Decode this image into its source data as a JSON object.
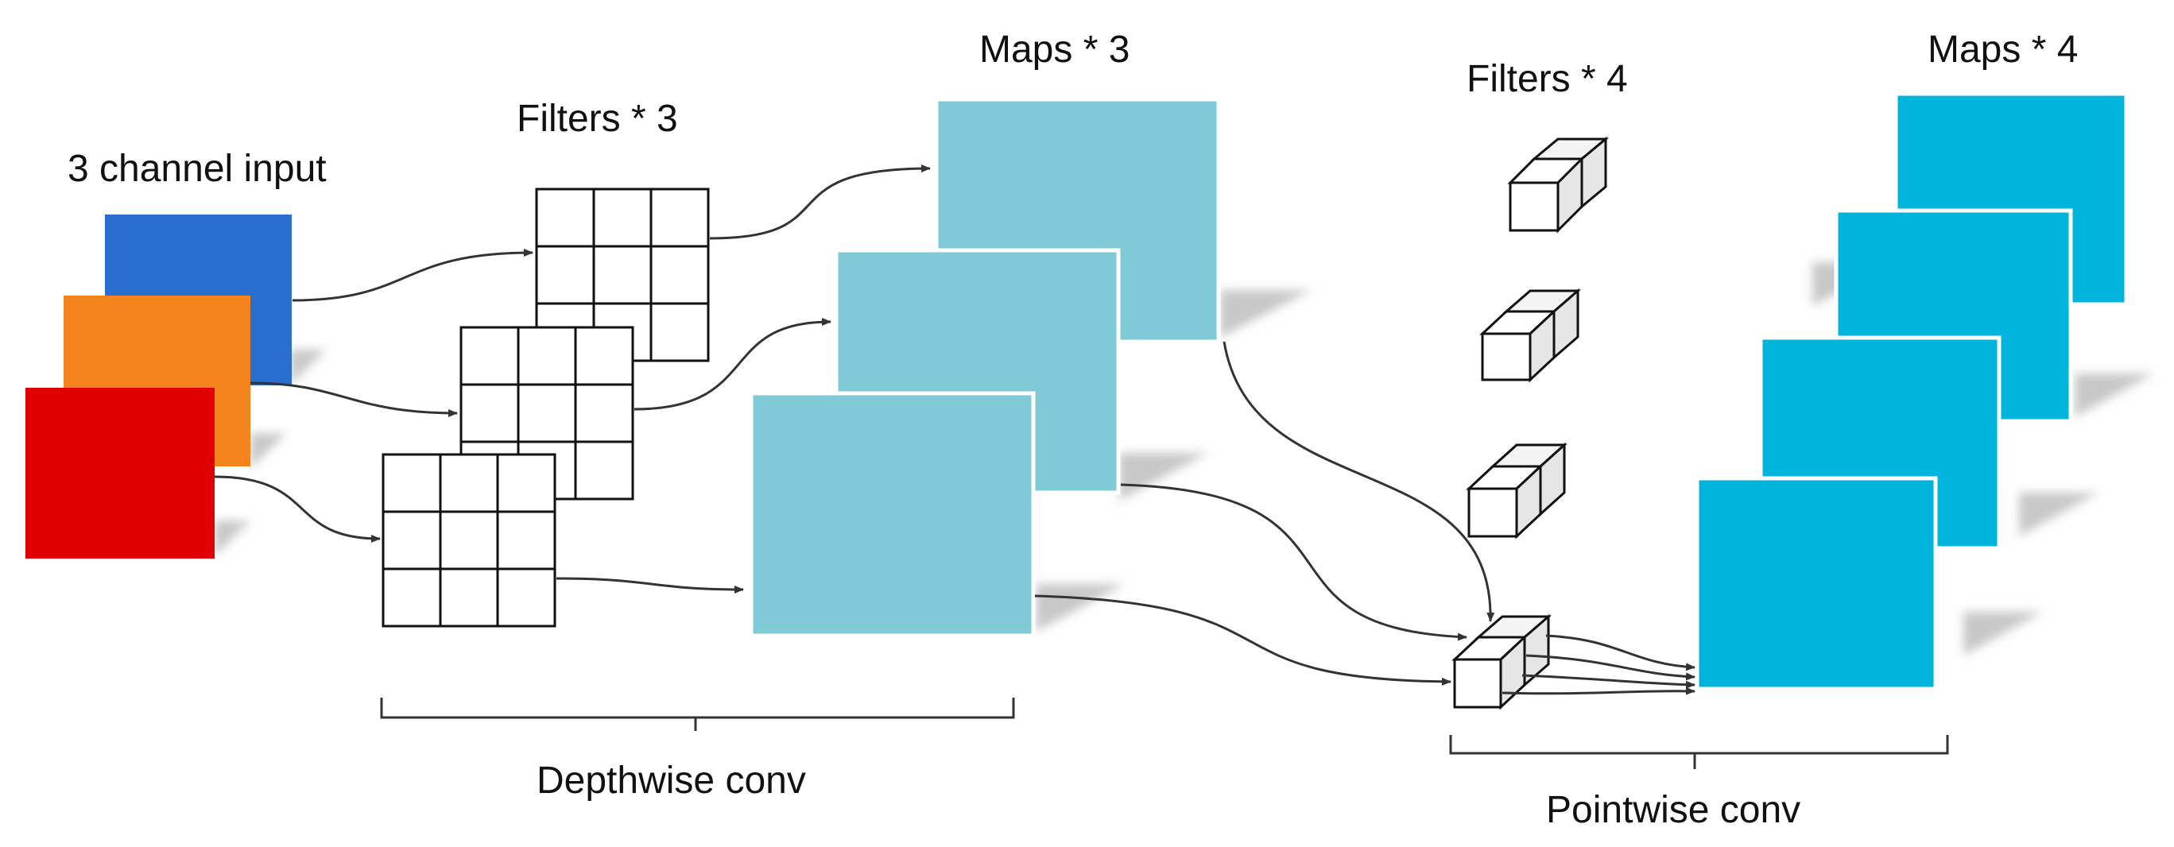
{
  "labels": {
    "input": "3 channel input",
    "dw_filters": "Filters * 3",
    "dw_maps": "Maps * 3",
    "pw_filters": "Filters * 4",
    "pw_maps": "Maps * 4",
    "depthwise": "Depthwise conv",
    "pointwise": "Pointwise conv"
  },
  "colors": {
    "channel_blue": "#2a6fd0",
    "channel_orange": "#f5841f",
    "channel_red": "#e00000",
    "map_light": "#7fcad6",
    "map_cyan": "#00b4dc",
    "shadow": "#c8c8c8",
    "line": "#333333"
  }
}
